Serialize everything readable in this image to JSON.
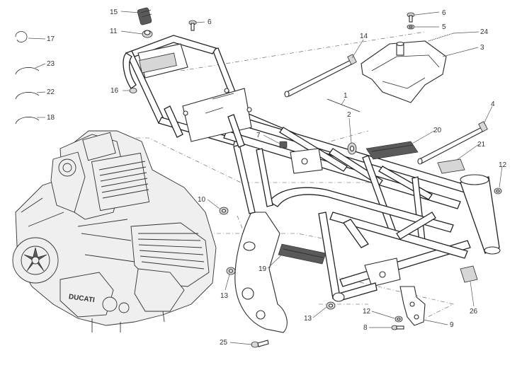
{
  "diagram": {
    "title": "Frame exploded view",
    "callouts": [
      {
        "id": "c15",
        "label": "15",
        "part": "rubber-bumper"
      },
      {
        "id": "c6a",
        "label": "6",
        "part": "screw"
      },
      {
        "id": "c11",
        "label": "11",
        "part": "grommet"
      },
      {
        "id": "c17",
        "label": "17",
        "part": "cable-clip"
      },
      {
        "id": "c23",
        "label": "23",
        "part": "cable-tie"
      },
      {
        "id": "c22",
        "label": "22",
        "part": "cable-tie"
      },
      {
        "id": "c18",
        "label": "18",
        "part": "cable-tie"
      },
      {
        "id": "c16",
        "label": "16",
        "part": "rubber-plug"
      },
      {
        "id": "c14",
        "label": "14",
        "part": "through-bolt"
      },
      {
        "id": "c1",
        "label": "1",
        "part": "frame"
      },
      {
        "id": "c2",
        "label": "2",
        "part": "spacer"
      },
      {
        "id": "c7",
        "label": "7",
        "part": "clip"
      },
      {
        "id": "c6b",
        "label": "6",
        "part": "screw"
      },
      {
        "id": "c5",
        "label": "5",
        "part": "washer"
      },
      {
        "id": "c24",
        "label": "24",
        "part": "spring"
      },
      {
        "id": "c3",
        "label": "3",
        "part": "cover"
      },
      {
        "id": "c4",
        "label": "4",
        "part": "through-bolt"
      },
      {
        "id": "c20",
        "label": "20",
        "part": "pad"
      },
      {
        "id": "c21",
        "label": "21",
        "part": "label"
      },
      {
        "id": "c12a",
        "label": "12",
        "part": "nut"
      },
      {
        "id": "c10",
        "label": "10",
        "part": "nut"
      },
      {
        "id": "c19",
        "label": "19",
        "part": "pad"
      },
      {
        "id": "c13a",
        "label": "13",
        "part": "nut"
      },
      {
        "id": "c13b",
        "label": "13",
        "part": "nut"
      },
      {
        "id": "c26",
        "label": "26",
        "part": "label"
      },
      {
        "id": "c12b",
        "label": "12",
        "part": "nut"
      },
      {
        "id": "c9",
        "label": "9",
        "part": "bracket"
      },
      {
        "id": "c8",
        "label": "8",
        "part": "screw"
      },
      {
        "id": "c25",
        "label": "25",
        "part": "bolt"
      }
    ],
    "engine_brand": "DUCATI"
  }
}
